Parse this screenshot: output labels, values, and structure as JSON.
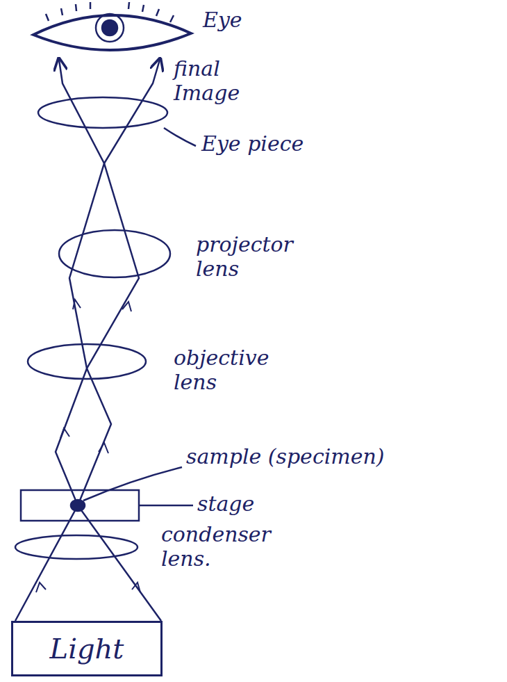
{
  "diagram": {
    "nodes": [
      {
        "text": [
          "Light"
        ]
      }
    ],
    "labels": [
      "Eye",
      "final Image",
      "Eye piece",
      "projector lens",
      "objective lens",
      "sample (specimen)",
      "stage",
      "condenser lens."
    ]
  }
}
